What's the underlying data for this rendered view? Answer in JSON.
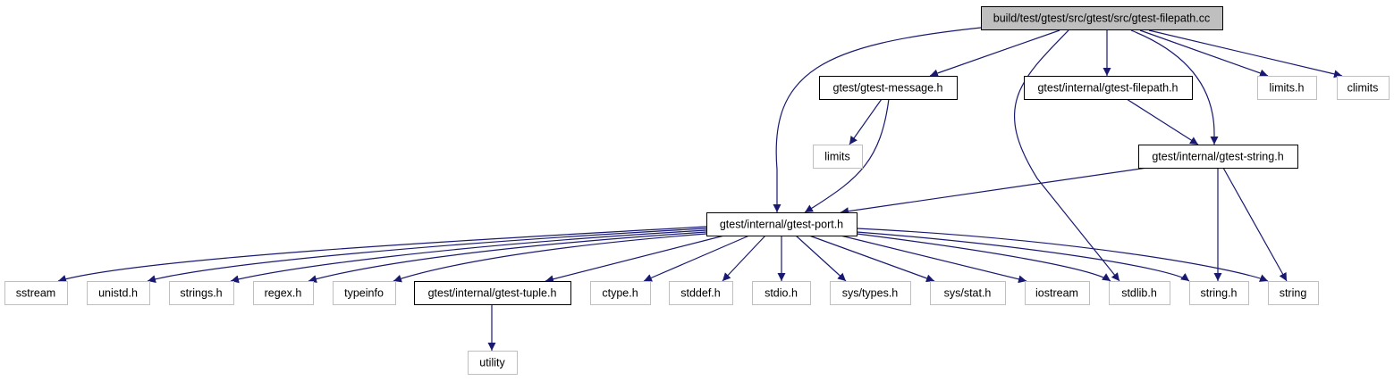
{
  "diagram": {
    "type": "include-dependency-graph",
    "colors": {
      "edge": "#191970",
      "root_fill": "#bfbfbf",
      "project_border": "#000000",
      "external_border": "#bfbfbf"
    },
    "nodes": [
      {
        "id": "root",
        "label": "build/test/gtest/src/gtest/src/gtest-filepath.cc",
        "kind": "root"
      },
      {
        "id": "message",
        "label": "gtest/gtest-message.h",
        "kind": "project"
      },
      {
        "id": "filepath",
        "label": "gtest/internal/gtest-filepath.h",
        "kind": "project"
      },
      {
        "id": "limits_h",
        "label": "limits.h",
        "kind": "external"
      },
      {
        "id": "climits",
        "label": "climits",
        "kind": "external"
      },
      {
        "id": "limits",
        "label": "limits",
        "kind": "external"
      },
      {
        "id": "string_hdr",
        "label": "gtest/internal/gtest-string.h",
        "kind": "project"
      },
      {
        "id": "port",
        "label": "gtest/internal/gtest-port.h",
        "kind": "project"
      },
      {
        "id": "sstream",
        "label": "sstream",
        "kind": "external"
      },
      {
        "id": "unistd",
        "label": "unistd.h",
        "kind": "external"
      },
      {
        "id": "strings_h",
        "label": "strings.h",
        "kind": "external"
      },
      {
        "id": "regex",
        "label": "regex.h",
        "kind": "external"
      },
      {
        "id": "typeinfo",
        "label": "typeinfo",
        "kind": "external"
      },
      {
        "id": "tuple",
        "label": "gtest/internal/gtest-tuple.h",
        "kind": "project"
      },
      {
        "id": "ctype",
        "label": "ctype.h",
        "kind": "external"
      },
      {
        "id": "stddef",
        "label": "stddef.h",
        "kind": "external"
      },
      {
        "id": "stdio",
        "label": "stdio.h",
        "kind": "external"
      },
      {
        "id": "systypes",
        "label": "sys/types.h",
        "kind": "external"
      },
      {
        "id": "sysstat",
        "label": "sys/stat.h",
        "kind": "external"
      },
      {
        "id": "iostream",
        "label": "iostream",
        "kind": "external"
      },
      {
        "id": "stdlib",
        "label": "stdlib.h",
        "kind": "external"
      },
      {
        "id": "string_h",
        "label": "string.h",
        "kind": "external"
      },
      {
        "id": "string",
        "label": "string",
        "kind": "external"
      },
      {
        "id": "utility",
        "label": "utility",
        "kind": "external"
      }
    ],
    "edges": [
      [
        "root",
        "port"
      ],
      [
        "root",
        "message"
      ],
      [
        "root",
        "stdlib"
      ],
      [
        "root",
        "filepath"
      ],
      [
        "root",
        "string_hdr"
      ],
      [
        "root",
        "limits_h"
      ],
      [
        "root",
        "climits"
      ],
      [
        "message",
        "limits"
      ],
      [
        "message",
        "port"
      ],
      [
        "filepath",
        "string_hdr"
      ],
      [
        "string_hdr",
        "port"
      ],
      [
        "string_hdr",
        "string_h"
      ],
      [
        "string_hdr",
        "string"
      ],
      [
        "port",
        "sstream"
      ],
      [
        "port",
        "unistd"
      ],
      [
        "port",
        "strings_h"
      ],
      [
        "port",
        "regex"
      ],
      [
        "port",
        "typeinfo"
      ],
      [
        "port",
        "tuple"
      ],
      [
        "port",
        "ctype"
      ],
      [
        "port",
        "stddef"
      ],
      [
        "port",
        "stdio"
      ],
      [
        "port",
        "systypes"
      ],
      [
        "port",
        "sysstat"
      ],
      [
        "port",
        "iostream"
      ],
      [
        "port",
        "stdlib"
      ],
      [
        "port",
        "string_h"
      ],
      [
        "port",
        "string"
      ],
      [
        "tuple",
        "utility"
      ]
    ]
  }
}
